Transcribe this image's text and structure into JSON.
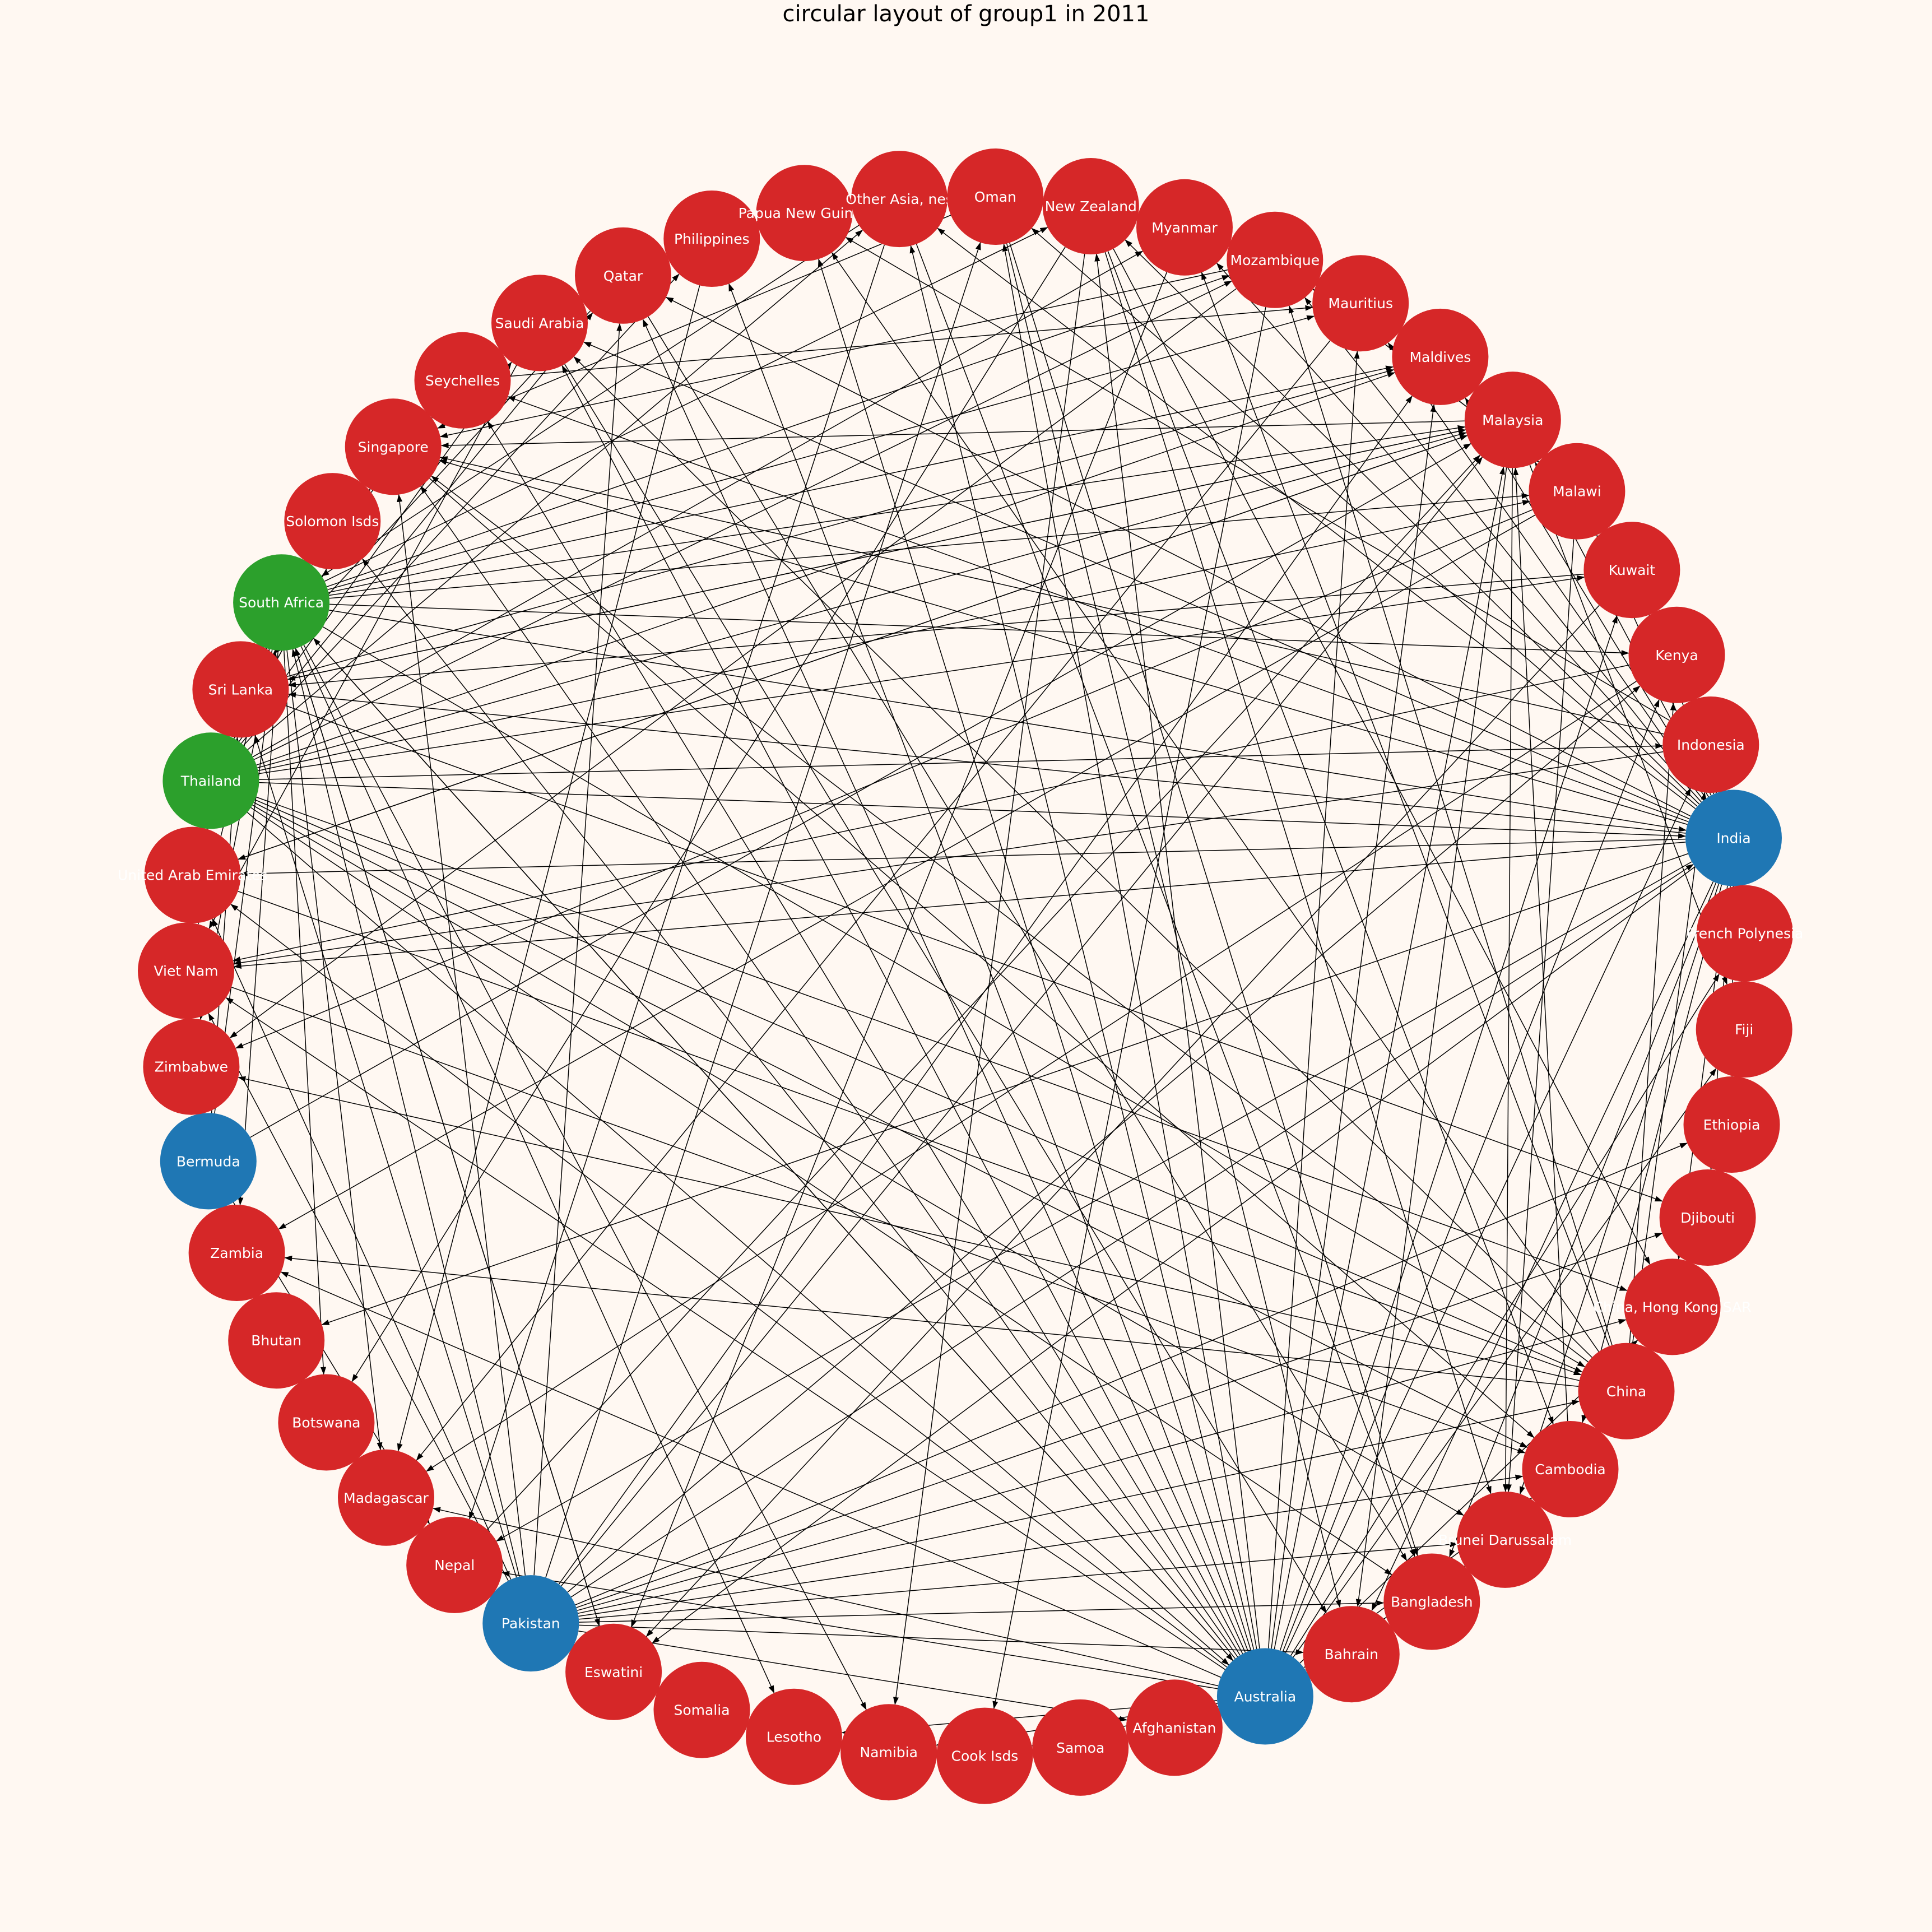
{
  "title": "circular layout of group1 in 2011",
  "colors": {
    "background": "#fff8f2",
    "group_red": "#d62728",
    "group_blue": "#1f77b4",
    "group_green": "#2ca02c",
    "label": "#ffffff",
    "edge": "#000000"
  },
  "nodes": [
    {
      "label": "India",
      "group": "blue"
    },
    {
      "label": "French Polynesia",
      "group": "red"
    },
    {
      "label": "Fiji",
      "group": "red"
    },
    {
      "label": "Ethiopia",
      "group": "red"
    },
    {
      "label": "Djibouti",
      "group": "red"
    },
    {
      "label": "China, Hong Kong SAR",
      "group": "red"
    },
    {
      "label": "China",
      "group": "red"
    },
    {
      "label": "Cambodia",
      "group": "red"
    },
    {
      "label": "Brunei Darussalam",
      "group": "red"
    },
    {
      "label": "Bangladesh",
      "group": "red"
    },
    {
      "label": "Bahrain",
      "group": "red"
    },
    {
      "label": "Australia",
      "group": "blue"
    },
    {
      "label": "Afghanistan",
      "group": "red"
    },
    {
      "label": "Samoa",
      "group": "red"
    },
    {
      "label": "Cook Isds",
      "group": "red"
    },
    {
      "label": "Namibia",
      "group": "red"
    },
    {
      "label": "Lesotho",
      "group": "red"
    },
    {
      "label": "Somalia",
      "group": "red"
    },
    {
      "label": "Eswatini",
      "group": "red"
    },
    {
      "label": "Pakistan",
      "group": "blue"
    },
    {
      "label": "Nepal",
      "group": "red"
    },
    {
      "label": "Madagascar",
      "group": "red"
    },
    {
      "label": "Botswana",
      "group": "red"
    },
    {
      "label": "Bhutan",
      "group": "red"
    },
    {
      "label": "Zambia",
      "group": "red"
    },
    {
      "label": "Bermuda",
      "group": "blue"
    },
    {
      "label": "Zimbabwe",
      "group": "red"
    },
    {
      "label": "Viet Nam",
      "group": "red"
    },
    {
      "label": "United Arab Emirates",
      "group": "red"
    },
    {
      "label": "Thailand",
      "group": "green"
    },
    {
      "label": "Sri Lanka",
      "group": "red"
    },
    {
      "label": "South Africa",
      "group": "green"
    },
    {
      "label": "Solomon Isds",
      "group": "red"
    },
    {
      "label": "Singapore",
      "group": "red"
    },
    {
      "label": "Seychelles",
      "group": "red"
    },
    {
      "label": "Saudi Arabia",
      "group": "red"
    },
    {
      "label": "Qatar",
      "group": "red"
    },
    {
      "label": "Philippines",
      "group": "red"
    },
    {
      "label": "Papua New Guinea",
      "group": "red"
    },
    {
      "label": "Other Asia, nes",
      "group": "red"
    },
    {
      "label": "Oman",
      "group": "red"
    },
    {
      "label": "New Zealand",
      "group": "red"
    },
    {
      "label": "Myanmar",
      "group": "red"
    },
    {
      "label": "Mozambique",
      "group": "red"
    },
    {
      "label": "Mauritius",
      "group": "red"
    },
    {
      "label": "Maldives",
      "group": "red"
    },
    {
      "label": "Malaysia",
      "group": "red"
    },
    {
      "label": "Malawi",
      "group": "red"
    },
    {
      "label": "Kuwait",
      "group": "red"
    },
    {
      "label": "Kenya",
      "group": "red"
    },
    {
      "label": "Indonesia",
      "group": "red"
    }
  ],
  "edges": [
    [
      "India",
      "Fiji"
    ],
    [
      "India",
      "Ethiopia"
    ],
    [
      "India",
      "Djibouti"
    ],
    [
      "India",
      "China, Hong Kong SAR"
    ],
    [
      "India",
      "Cambodia"
    ],
    [
      "India",
      "Brunei Darussalam"
    ],
    [
      "India",
      "Bangladesh"
    ],
    [
      "India",
      "Bahrain"
    ],
    [
      "India",
      "Nepal"
    ],
    [
      "India",
      "Eswatini"
    ],
    [
      "India",
      "Bhutan"
    ],
    [
      "India",
      "Viet Nam"
    ],
    [
      "India",
      "United Arab Emirates"
    ],
    [
      "India",
      "Sri Lanka"
    ],
    [
      "India",
      "Singapore"
    ],
    [
      "India",
      "Saudi Arabia"
    ],
    [
      "India",
      "Qatar"
    ],
    [
      "India",
      "Oman"
    ],
    [
      "India",
      "New Zealand"
    ],
    [
      "India",
      "Myanmar"
    ],
    [
      "India",
      "Mozambique"
    ],
    [
      "India",
      "Mauritius"
    ],
    [
      "India",
      "Maldives"
    ],
    [
      "India",
      "Malaysia"
    ],
    [
      "India",
      "Malawi"
    ],
    [
      "India",
      "Kuwait"
    ],
    [
      "India",
      "Kenya"
    ],
    [
      "India",
      "Indonesia"
    ],
    [
      "India",
      "Other Asia, nes"
    ],
    [
      "India",
      "Seychelles"
    ],
    [
      "Australia",
      "French Polynesia"
    ],
    [
      "Australia",
      "Fiji"
    ],
    [
      "Australia",
      "China, Hong Kong SAR"
    ],
    [
      "Australia",
      "Cambodia"
    ],
    [
      "Australia",
      "Brunei Darussalam"
    ],
    [
      "Australia",
      "Bangladesh"
    ],
    [
      "Australia",
      "Bahrain"
    ],
    [
      "Australia",
      "Cook Isds"
    ],
    [
      "Australia",
      "Samoa"
    ],
    [
      "Australia",
      "Namibia"
    ],
    [
      "Australia",
      "Lesotho"
    ],
    [
      "Australia",
      "Nepal"
    ],
    [
      "Australia",
      "Madagascar"
    ],
    [
      "Australia",
      "Zambia"
    ],
    [
      "Australia",
      "Viet Nam"
    ],
    [
      "Australia",
      "United Arab Emirates"
    ],
    [
      "Australia",
      "South Africa"
    ],
    [
      "Australia",
      "Solomon Isds"
    ],
    [
      "Australia",
      "Singapore"
    ],
    [
      "Australia",
      "Seychelles"
    ],
    [
      "Australia",
      "Saudi Arabia"
    ],
    [
      "Australia",
      "Qatar"
    ],
    [
      "Australia",
      "Philippines"
    ],
    [
      "Australia",
      "Papua New Guinea"
    ],
    [
      "Australia",
      "Other Asia, nes"
    ],
    [
      "Australia",
      "Oman"
    ],
    [
      "Australia",
      "New Zealand"
    ],
    [
      "Australia",
      "Maldives"
    ],
    [
      "Australia",
      "Malaysia"
    ],
    [
      "Australia",
      "Kuwait"
    ],
    [
      "Australia",
      "Indonesia"
    ],
    [
      "Australia",
      "Mauritius"
    ],
    [
      "Australia",
      "Kenya"
    ],
    [
      "Pakistan",
      "Ethiopia"
    ],
    [
      "Pakistan",
      "Djibouti"
    ],
    [
      "Pakistan",
      "China, Hong Kong SAR"
    ],
    [
      "Pakistan",
      "China"
    ],
    [
      "Pakistan",
      "Cambodia"
    ],
    [
      "Pakistan",
      "Brunei Darussalam"
    ],
    [
      "Pakistan",
      "Bangladesh"
    ],
    [
      "Pakistan",
      "Bahrain"
    ],
    [
      "Pakistan",
      "Afghanistan"
    ],
    [
      "Pakistan",
      "India"
    ],
    [
      "Pakistan",
      "South Africa"
    ],
    [
      "Pakistan",
      "Sri Lanka"
    ],
    [
      "Pakistan",
      "Viet Nam"
    ],
    [
      "Pakistan",
      "United Arab Emirates"
    ],
    [
      "Pakistan",
      "Malaysia"
    ],
    [
      "Pakistan",
      "Kenya"
    ],
    [
      "Pakistan",
      "Singapore"
    ],
    [
      "Pakistan",
      "Qatar"
    ],
    [
      "Pakistan",
      "Madagascar"
    ],
    [
      "Pakistan",
      "Somalia"
    ],
    [
      "Pakistan",
      "Oman"
    ],
    [
      "Pakistan",
      "Maldives"
    ],
    [
      "Bermuda",
      "Nepal"
    ],
    [
      "Bermuda",
      "Sri Lanka"
    ],
    [
      "Bermuda",
      "South Africa"
    ],
    [
      "Bermuda",
      "Malaysia"
    ],
    [
      "South Africa",
      "Lesotho"
    ],
    [
      "South Africa",
      "Namibia"
    ],
    [
      "South Africa",
      "Eswatini"
    ],
    [
      "South Africa",
      "Botswana"
    ],
    [
      "South Africa",
      "Zimbabwe"
    ],
    [
      "South Africa",
      "Zambia"
    ],
    [
      "South Africa",
      "Mozambique"
    ],
    [
      "South Africa",
      "Malawi"
    ],
    [
      "South Africa",
      "Mauritius"
    ],
    [
      "South Africa",
      "Kenya"
    ],
    [
      "South Africa",
      "Madagascar"
    ],
    [
      "South Africa",
      "Seychelles"
    ],
    [
      "South Africa",
      "Maldives"
    ],
    [
      "South Africa",
      "Malaysia"
    ],
    [
      "South Africa",
      "United Arab Emirates"
    ],
    [
      "South Africa",
      "China"
    ],
    [
      "South Africa",
      "Australia"
    ],
    [
      "South Africa",
      "New Zealand"
    ],
    [
      "South Africa",
      "India"
    ],
    [
      "Thailand",
      "Myanmar"
    ],
    [
      "Thailand",
      "Cambodia"
    ],
    [
      "Thailand",
      "Viet Nam"
    ],
    [
      "Thailand",
      "Malaysia"
    ],
    [
      "Thailand",
      "Singapore"
    ],
    [
      "Thailand",
      "Indonesia"
    ],
    [
      "Thailand",
      "Philippines"
    ],
    [
      "Thailand",
      "China"
    ],
    [
      "Thailand",
      "China, Hong Kong SAR"
    ],
    [
      "Thailand",
      "Bangladesh"
    ],
    [
      "Thailand",
      "India"
    ],
    [
      "Thailand",
      "Australia"
    ],
    [
      "Thailand",
      "Brunei Darussalam"
    ],
    [
      "Thailand",
      "Mozambique"
    ],
    [
      "Thailand",
      "Maldives"
    ],
    [
      "Thailand",
      "Kuwait"
    ],
    [
      "Thailand",
      "Saudi Arabia"
    ],
    [
      "Thailand",
      "Qatar"
    ],
    [
      "Thailand",
      "Other Asia, nes"
    ],
    [
      "Thailand",
      "South Africa"
    ],
    [
      "Thailand",
      "Malawi"
    ],
    [
      "China",
      "Mozambique"
    ],
    [
      "China",
      "Papua New Guinea"
    ],
    [
      "China",
      "Saudi Arabia"
    ],
    [
      "China",
      "Singapore"
    ],
    [
      "China",
      "Myanmar"
    ],
    [
      "China",
      "Zambia"
    ],
    [
      "China",
      "Zimbabwe"
    ],
    [
      "China",
      "Kenya"
    ],
    [
      "China",
      "Indonesia"
    ],
    [
      "Malaysia",
      "Singapore"
    ],
    [
      "Malaysia",
      "Sri Lanka"
    ],
    [
      "Malaysia",
      "United Arab Emirates"
    ],
    [
      "Malaysia",
      "Fiji"
    ],
    [
      "Malaysia",
      "Bahrain"
    ],
    [
      "Malaysia",
      "Brunei Darussalam"
    ],
    [
      "Malawi",
      "Zimbabwe"
    ],
    [
      "Malawi",
      "Mozambique"
    ],
    [
      "Malawi",
      "Zambia"
    ],
    [
      "Malawi",
      "Brunei Darussalam"
    ],
    [
      "Kenya",
      "Madagascar"
    ],
    [
      "Kenya",
      "Viet Nam"
    ],
    [
      "Mozambique",
      "Malawi"
    ],
    [
      "Mozambique",
      "Zimbabwe"
    ],
    [
      "Mozambique",
      "Cook Isds"
    ],
    [
      "Mozambique",
      "Singapore"
    ],
    [
      "Myanmar",
      "Eswatini"
    ],
    [
      "Myanmar",
      "Mauritius"
    ],
    [
      "New Zealand",
      "Cambodia"
    ],
    [
      "New Zealand",
      "Brunei Darussalam"
    ],
    [
      "New Zealand",
      "China, Hong Kong SAR"
    ],
    [
      "New Zealand",
      "Namibia"
    ],
    [
      "New Zealand",
      "Botswana"
    ],
    [
      "Oman",
      "Bahrain"
    ],
    [
      "Oman",
      "Bangladesh"
    ],
    [
      "Oman",
      "Singapore"
    ],
    [
      "Other Asia, nes",
      "Nepal"
    ],
    [
      "Other Asia, nes",
      "Bangladesh"
    ],
    [
      "Other Asia, nes",
      "South Africa"
    ],
    [
      "Saudi Arabia",
      "Bahrain"
    ],
    [
      "Saudi Arabia",
      "Viet Nam"
    ],
    [
      "Singapore",
      "Cambodia"
    ],
    [
      "Singapore",
      "Thailand"
    ],
    [
      "Sri Lanka",
      "Maldives"
    ],
    [
      "Sri Lanka",
      "Malaysia"
    ],
    [
      "Sri Lanka",
      "Djibouti"
    ],
    [
      "Indonesia",
      "Viet Nam"
    ],
    [
      "Indonesia",
      "Papua New Guinea"
    ],
    [
      "Indonesia",
      "Singapore"
    ],
    [
      "United Arab Emirates",
      "Malaysia"
    ],
    [
      "United Arab Emirates",
      "China"
    ],
    [
      "Viet Nam",
      "Cambodia"
    ],
    [
      "Viet Nam",
      "South Africa"
    ],
    [
      "Philippines",
      "Madagascar"
    ],
    [
      "Qatar",
      "Bangladesh"
    ],
    [
      "Qatar",
      "Sri Lanka"
    ],
    [
      "Seychelles",
      "Mauritius"
    ],
    [
      "Mauritius",
      "Madagascar"
    ],
    [
      "Kuwait",
      "Eswatini"
    ],
    [
      "Kuwait",
      "Sri Lanka"
    ],
    [
      "Eswatini",
      "South Africa"
    ],
    [
      "Nepal",
      "Malaysia"
    ],
    [
      "Cambodia",
      "Malaysia"
    ]
  ]
}
